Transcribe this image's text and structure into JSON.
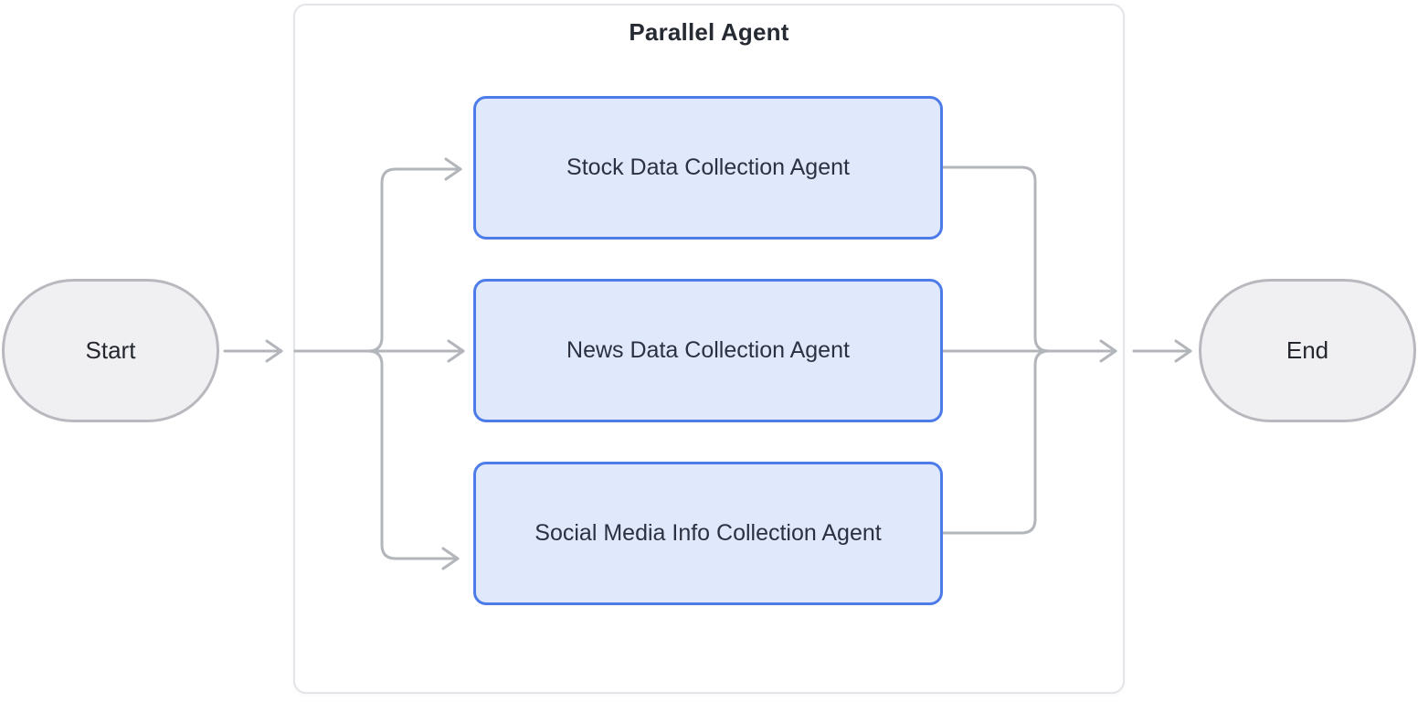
{
  "diagram": {
    "type": "flowchart",
    "direction": "left-to-right"
  },
  "nodes": {
    "start": {
      "label": "Start",
      "shape": "stadium"
    },
    "end": {
      "label": "End",
      "shape": "stadium"
    }
  },
  "parallel": {
    "title": "Parallel Agent",
    "agents": [
      {
        "label": "Stock Data Collection Agent"
      },
      {
        "label": "News Data Collection Agent"
      },
      {
        "label": "Social Media Info Collection Agent"
      }
    ]
  },
  "edges": [
    {
      "from": "start",
      "to": "parallel-input"
    },
    {
      "from": "parallel-input",
      "to": "stock-agent"
    },
    {
      "from": "parallel-input",
      "to": "news-agent"
    },
    {
      "from": "parallel-input",
      "to": "social-agent"
    },
    {
      "from": "stock-agent",
      "to": "parallel-output"
    },
    {
      "from": "news-agent",
      "to": "parallel-output"
    },
    {
      "from": "social-agent",
      "to": "parallel-output"
    },
    {
      "from": "parallel-output",
      "to": "end"
    }
  ],
  "colors": {
    "background": "#ffffff",
    "container_border": "#e2e4e8",
    "agent_fill": "#e0e8fc",
    "agent_border": "#4d7ce9",
    "agent_text": "#2b3140",
    "terminal_fill": "#f0f0f2",
    "terminal_border": "#b7b9be",
    "terminal_text": "#24272e",
    "title_text": "#262b33",
    "edge_stroke": "#b2b5ba"
  }
}
